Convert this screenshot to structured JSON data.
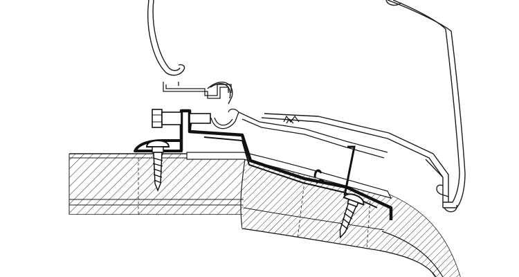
{
  "diagram": {
    "kind": "awning adapter mounting cross-section",
    "colors": {
      "background": "#ffffff",
      "stroke": "#1a1a1a",
      "hatch": "#333333",
      "bracket_fill": "#111111"
    },
    "parts": [
      "awning-case-profile",
      "adapter-rail",
      "mounting-bolt",
      "roof-panel",
      "cutaway-gap",
      "fixing-screw-left",
      "fixing-screw-right",
      "black-bracket",
      "sealing-strip"
    ]
  }
}
